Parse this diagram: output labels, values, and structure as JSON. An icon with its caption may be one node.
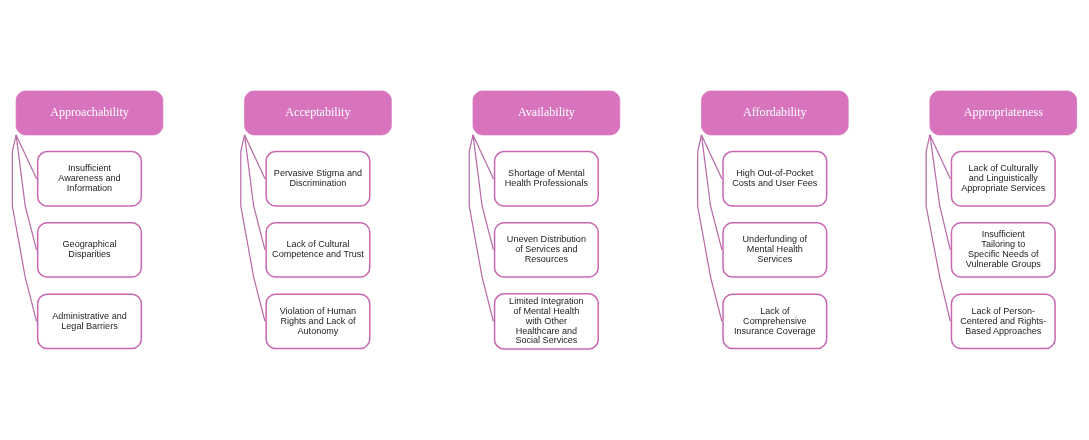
{
  "diagram": {
    "nodes": [
      {
        "text": [
          "Approachability"
        ]
      },
      {
        "text": [
          "Insufficient Awareness and Information"
        ]
      },
      {
        "text": [
          "Geographical Disparities"
        ]
      },
      {
        "text": [
          "Administrative and Legal Barriers"
        ]
      },
      {
        "text": [
          "Acceptability"
        ]
      },
      {
        "text": [
          "Pervasive Stigma and Discrimination"
        ]
      },
      {
        "text": [
          "Lack of Cultural Competence and Trust"
        ]
      },
      {
        "text": [
          "Violation of Human Rights and Lack of Autonomy"
        ]
      },
      {
        "text": [
          "Availability"
        ]
      },
      {
        "text": [
          "Shortage of Mental Health Professionals"
        ]
      },
      {
        "text": [
          "Uneven Distribution of Services and Resources"
        ]
      },
      {
        "text": [
          "Limited Integration of Mental Health with Other Healthcare and Social Services"
        ]
      },
      {
        "text": [
          "Affordability"
        ]
      },
      {
        "text": [
          "High Out-of-Pocket Costs and User Fees"
        ]
      },
      {
        "text": [
          "Underfunding of Mental Health Services"
        ]
      },
      {
        "text": [
          "Lack of Comprehensive Insurance Coverage"
        ]
      },
      {
        "text": [
          "Appropriateness"
        ]
      },
      {
        "text": [
          "Lack of Culturally and Linguistically Appropriate Services"
        ]
      },
      {
        "text": [
          "Insufficient Tailoring to Specific Needs of Vulnerable Groups"
        ]
      },
      {
        "text": [
          "Lack of Person-Centered and Rights-Based Approaches"
        ]
      }
    ],
    "edges": [
      {
        "from": 0,
        "to": 1,
        "arrow": "none"
      },
      {
        "from": 0,
        "to": 2,
        "arrow": "none"
      },
      {
        "from": 0,
        "to": 3,
        "arrow": "none"
      },
      {
        "from": 4,
        "to": 5,
        "arrow": "none"
      },
      {
        "from": 4,
        "to": 6,
        "arrow": "none"
      },
      {
        "from": 4,
        "to": 7,
        "arrow": "none"
      },
      {
        "from": 8,
        "to": 9,
        "arrow": "none"
      },
      {
        "from": 8,
        "to": 10,
        "arrow": "none"
      },
      {
        "from": 8,
        "to": 11,
        "arrow": "none"
      },
      {
        "from": 12,
        "to": 13,
        "arrow": "none"
      },
      {
        "from": 12,
        "to": 14,
        "arrow": "none"
      },
      {
        "from": 12,
        "to": 15,
        "arrow": "none"
      },
      {
        "from": 16,
        "to": 17,
        "arrow": "none"
      },
      {
        "from": 16,
        "to": 18,
        "arrow": "none"
      },
      {
        "from": 16,
        "to": 19,
        "arrow": "none"
      }
    ]
  }
}
